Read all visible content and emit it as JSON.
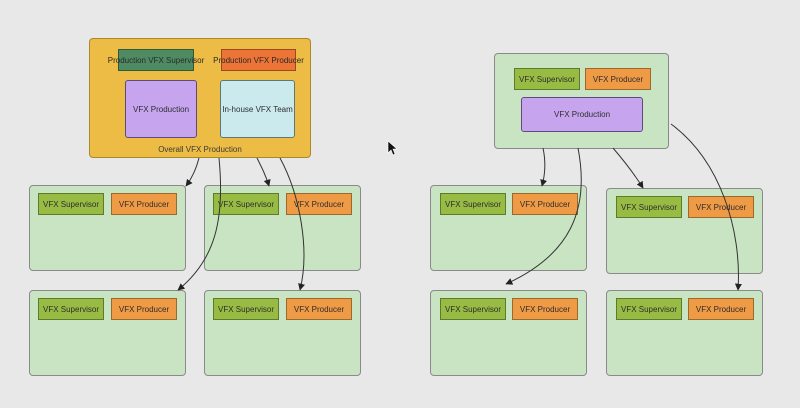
{
  "left_chart": {
    "parent": {
      "caption": "Overall VFX Production",
      "supervisor": "Production VFX Supervisor",
      "producer": "Production VFX Producer",
      "production": "VFX Production",
      "inhouse": "In-house VFX Team"
    },
    "children": [
      {
        "supervisor": "VFX Supervisor",
        "producer": "VFX Producer"
      },
      {
        "supervisor": "VFX Supervisor",
        "producer": "VFX Producer"
      },
      {
        "supervisor": "VFX Supervisor",
        "producer": "VFX Producer"
      },
      {
        "supervisor": "VFX Supervisor",
        "producer": "VFX Producer"
      }
    ]
  },
  "right_chart": {
    "parent": {
      "supervisor": "VFX Supervisor",
      "producer": "VFX Producer",
      "production": "VFX Production"
    },
    "children": [
      {
        "supervisor": "VFX Supervisor",
        "producer": "VFX Producer"
      },
      {
        "supervisor": "VFX Supervisor",
        "producer": "VFX Producer"
      },
      {
        "supervisor": "VFX Supervisor",
        "producer": "VFX Producer"
      },
      {
        "supervisor": "VFX Supervisor",
        "producer": "VFX Producer"
      }
    ]
  },
  "icons": {
    "cursor": "mouse-pointer-icon"
  }
}
